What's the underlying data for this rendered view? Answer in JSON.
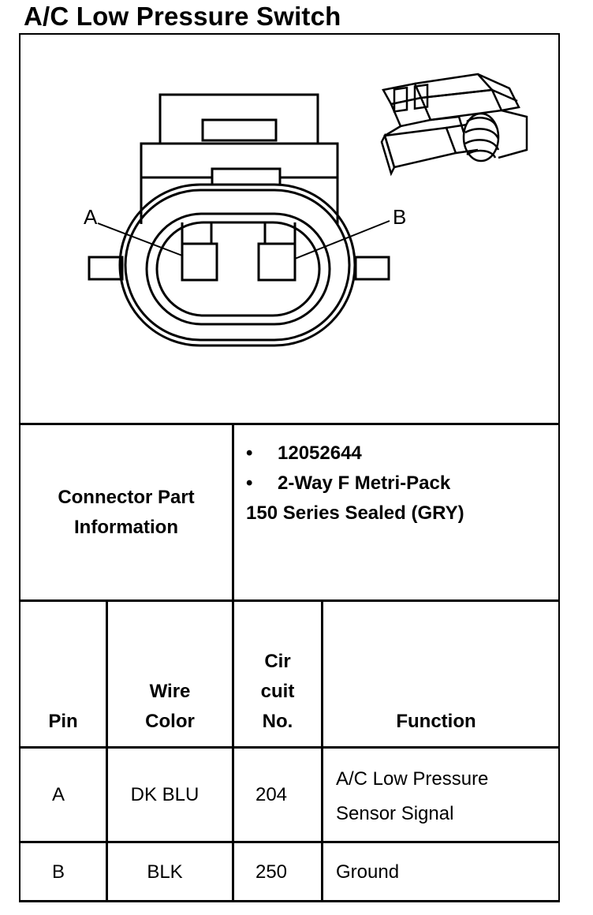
{
  "title": "A/C Low Pressure Switch",
  "diagram": {
    "pin_labels": [
      "A",
      "B"
    ]
  },
  "connector_info": {
    "label_line1": "Connector Part",
    "label_line2": "Information",
    "bullets": [
      "12052644",
      "2-Way F Metri-Pack"
    ],
    "continuation": "150 Series Sealed (GRY)"
  },
  "table": {
    "headers": {
      "pin": "Pin",
      "wire_color_line1": "Wire",
      "wire_color_line2": "Color",
      "circuit_line1": "Cir",
      "circuit_line2": "cuit",
      "circuit_line3": "No.",
      "function": "Function"
    },
    "rows": [
      {
        "pin": "A",
        "wire_color": "DK BLU",
        "circuit": "204",
        "function_line1": "A/C Low Pressure",
        "function_line2": "Sensor Signal"
      },
      {
        "pin": "B",
        "wire_color": "BLK",
        "circuit": "250",
        "function_line1": "Ground",
        "function_line2": ""
      }
    ]
  }
}
